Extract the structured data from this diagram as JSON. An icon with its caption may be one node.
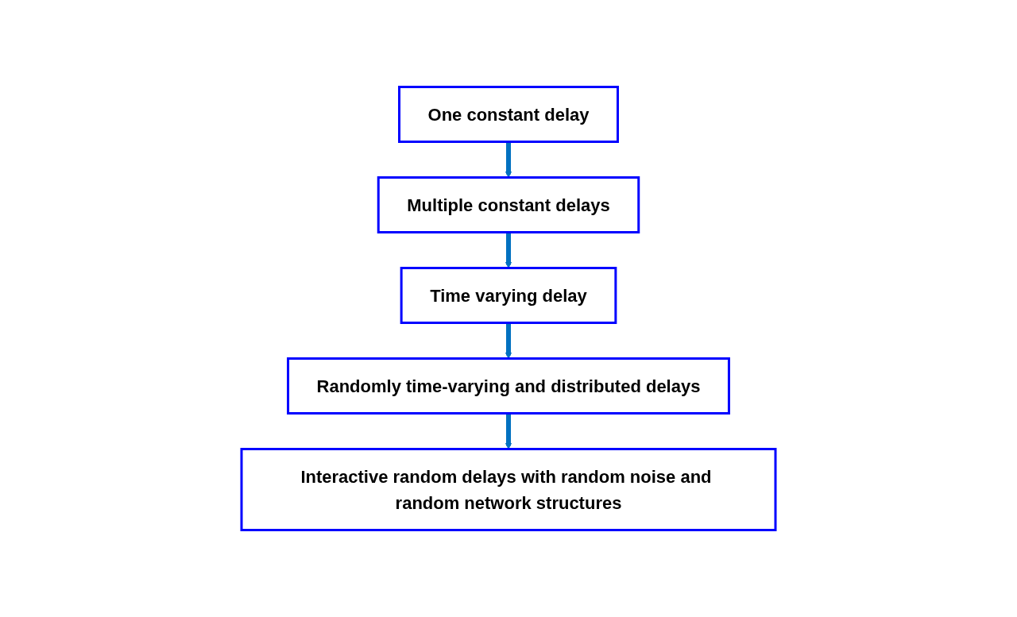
{
  "diagram": {
    "nodes": [
      {
        "text": [
          "One constant delay"
        ]
      },
      {
        "text": [
          "Multiple constant delays"
        ]
      },
      {
        "text": [
          "Time varying delay"
        ]
      },
      {
        "text": [
          "Randomly time-varying and distributed delays"
        ]
      },
      {
        "text": [
          "Interactive random delays with random noise and random network structures"
        ]
      }
    ],
    "edges": [
      {
        "from": 0,
        "to": 1,
        "arrow": "to"
      },
      {
        "from": 1,
        "to": 2,
        "arrow": "to"
      },
      {
        "from": 2,
        "to": 3,
        "arrow": "to"
      },
      {
        "from": 3,
        "to": 4,
        "arrow": "to"
      }
    ]
  }
}
